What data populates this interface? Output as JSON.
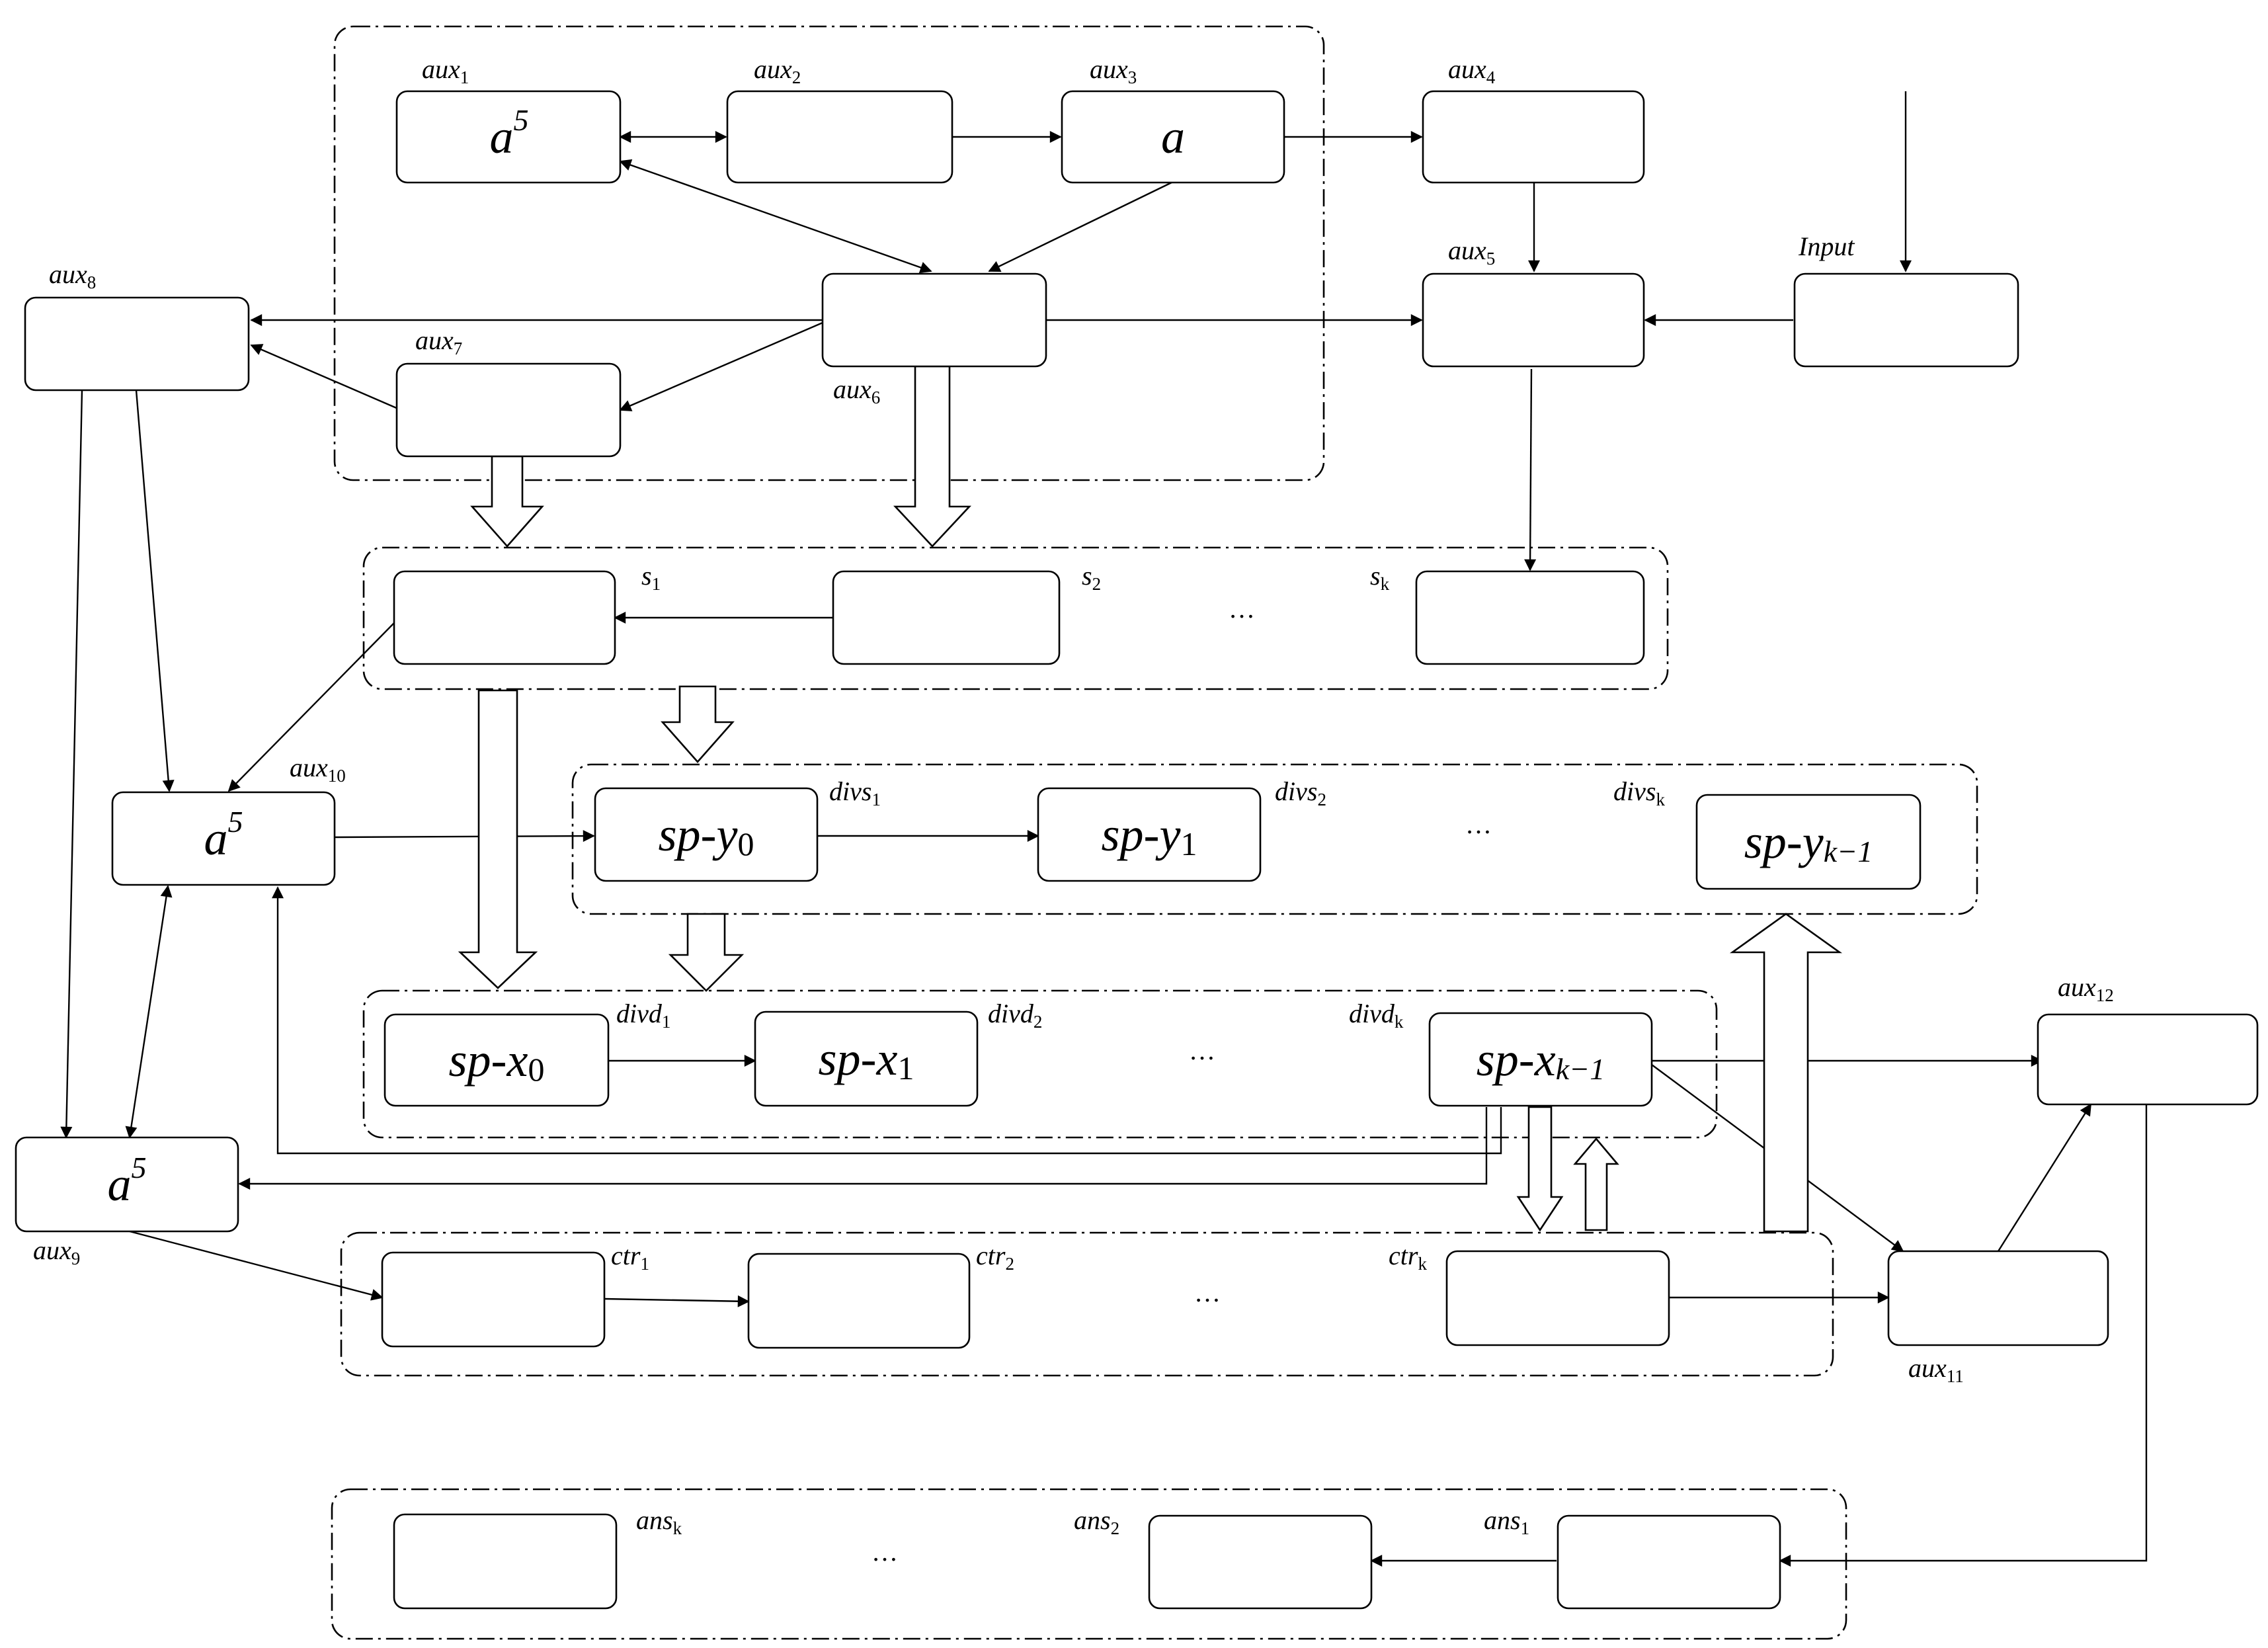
{
  "labels": {
    "aux1": {
      "base": "aux",
      "sub": "1"
    },
    "aux2": {
      "base": "aux",
      "sub": "2"
    },
    "aux3": {
      "base": "aux",
      "sub": "3"
    },
    "aux4": {
      "base": "aux",
      "sub": "4"
    },
    "aux5": {
      "base": "aux",
      "sub": "5"
    },
    "aux6": {
      "base": "aux",
      "sub": "6"
    },
    "aux7": {
      "base": "aux",
      "sub": "7"
    },
    "aux8": {
      "base": "aux",
      "sub": "8"
    },
    "aux9": {
      "base": "aux",
      "sub": "9"
    },
    "aux10": {
      "base": "aux",
      "sub": "10"
    },
    "aux11": {
      "base": "aux",
      "sub": "11"
    },
    "aux12": {
      "base": "aux",
      "sub": "12"
    },
    "input": "Input",
    "s1": {
      "base": "s",
      "sub": "1"
    },
    "s2": {
      "base": "s",
      "sub": "2"
    },
    "sk": {
      "base": "s",
      "sub": "k"
    },
    "divs1": {
      "base": "divs",
      "sub": "1"
    },
    "divs2": {
      "base": "divs",
      "sub": "2"
    },
    "divsk": {
      "base": "divs",
      "sub": "k"
    },
    "divd1": {
      "base": "divd",
      "sub": "1"
    },
    "divd2": {
      "base": "divd",
      "sub": "2"
    },
    "divdk": {
      "base": "divd",
      "sub": "k"
    },
    "ctr1": {
      "base": "ctr",
      "sub": "1"
    },
    "ctr2": {
      "base": "ctr",
      "sub": "2"
    },
    "ctrk": {
      "base": "ctr",
      "sub": "k"
    },
    "ans1": {
      "base": "ans",
      "sub": "1"
    },
    "ans2": {
      "base": "ans",
      "sub": "2"
    },
    "ansk": {
      "base": "ans",
      "sub": "k"
    }
  },
  "box_text": {
    "aux1": {
      "base": "a",
      "sup": "5"
    },
    "aux3": "a",
    "aux10": {
      "base": "a",
      "sup": "5"
    },
    "aux9": {
      "base": "a",
      "sup": "5"
    },
    "spy0": {
      "base": "sp-y",
      "sub": "0"
    },
    "spy1": {
      "base": "sp-y",
      "sub": "1"
    },
    "spyk": {
      "base": "sp-y",
      "sub": "k−1"
    },
    "spx0": {
      "base": "sp-x",
      "sub": "0"
    },
    "spx1": {
      "base": "sp-x",
      "sub": "1"
    },
    "spxk": {
      "base": "sp-x",
      "sub": "k−1"
    }
  },
  "ellipsis": "…"
}
